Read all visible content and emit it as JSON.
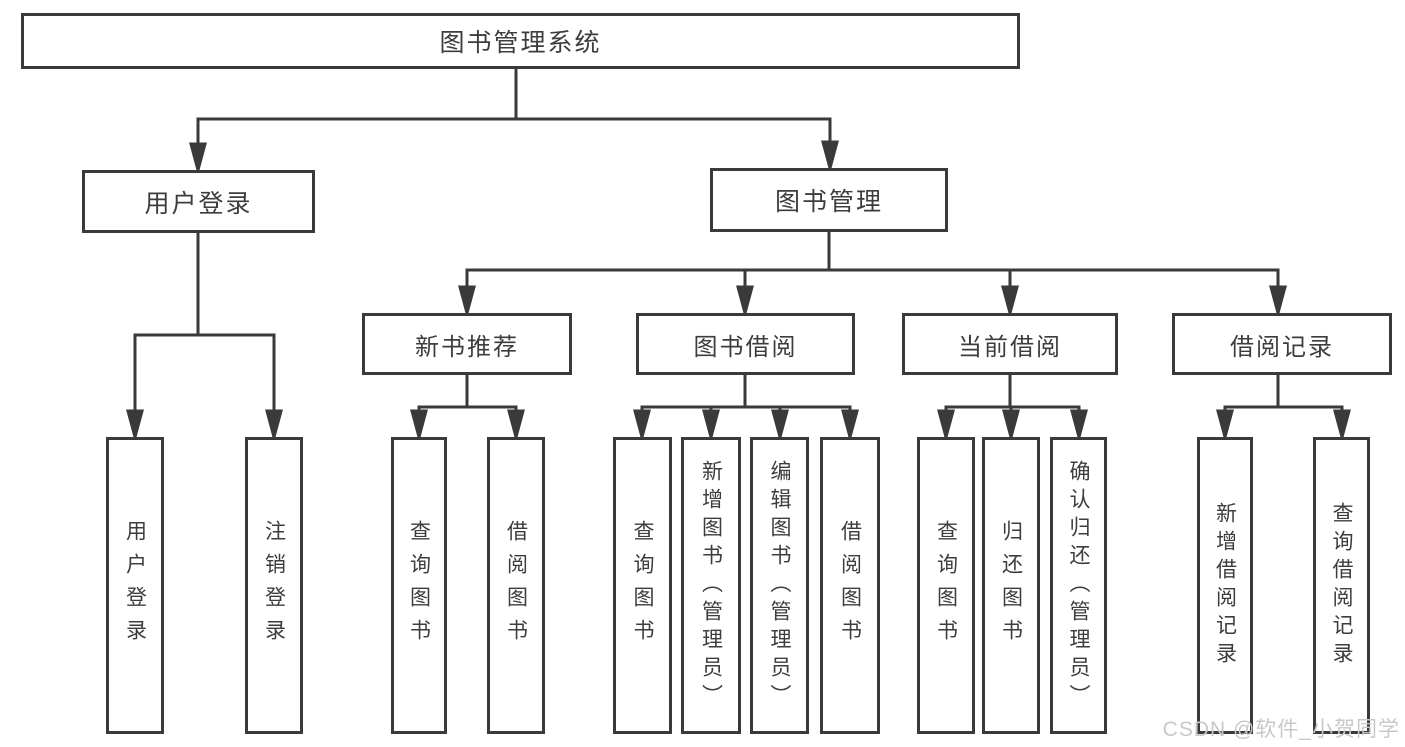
{
  "diagram": {
    "root": {
      "label": "图书管理系统"
    },
    "level2": [
      {
        "id": "user-login",
        "label": "用户登录"
      },
      {
        "id": "book-management",
        "label": "图书管理"
      }
    ],
    "level3": [
      {
        "id": "new-book-recommend",
        "label": "新书推荐",
        "parent": "图书管理"
      },
      {
        "id": "book-borrowing",
        "label": "图书借阅",
        "parent": "图书管理"
      },
      {
        "id": "current-borrowing",
        "label": "当前借阅",
        "parent": "图书管理"
      },
      {
        "id": "borrowing-records",
        "label": "借阅记录",
        "parent": "图书管理"
      }
    ],
    "leaves": [
      {
        "parent": "用户登录",
        "label": "用户登录"
      },
      {
        "parent": "用户登录",
        "label": "注销登录"
      },
      {
        "parent": "新书推荐",
        "label": "查询图书"
      },
      {
        "parent": "新书推荐",
        "label": "借阅图书"
      },
      {
        "parent": "图书借阅",
        "label": "查询图书"
      },
      {
        "parent": "图书借阅",
        "label": "新增图书（管理员）"
      },
      {
        "parent": "图书借阅",
        "label": "编辑图书（管理员）"
      },
      {
        "parent": "图书借阅",
        "label": "借阅图书"
      },
      {
        "parent": "当前借阅",
        "label": "查询图书"
      },
      {
        "parent": "当前借阅",
        "label": "归还图书"
      },
      {
        "parent": "当前借阅",
        "label": "确认归还（管理员）"
      },
      {
        "parent": "借阅记录",
        "label": "新增借阅记录"
      },
      {
        "parent": "借阅记录",
        "label": "查询借阅记录"
      }
    ],
    "watermark": "CSDN @软件_小贺同学",
    "colors": {
      "line": "#3a3a3a",
      "text": "#3d3d3d",
      "watermark": "#c8c8c8",
      "background": "#ffffff"
    }
  }
}
